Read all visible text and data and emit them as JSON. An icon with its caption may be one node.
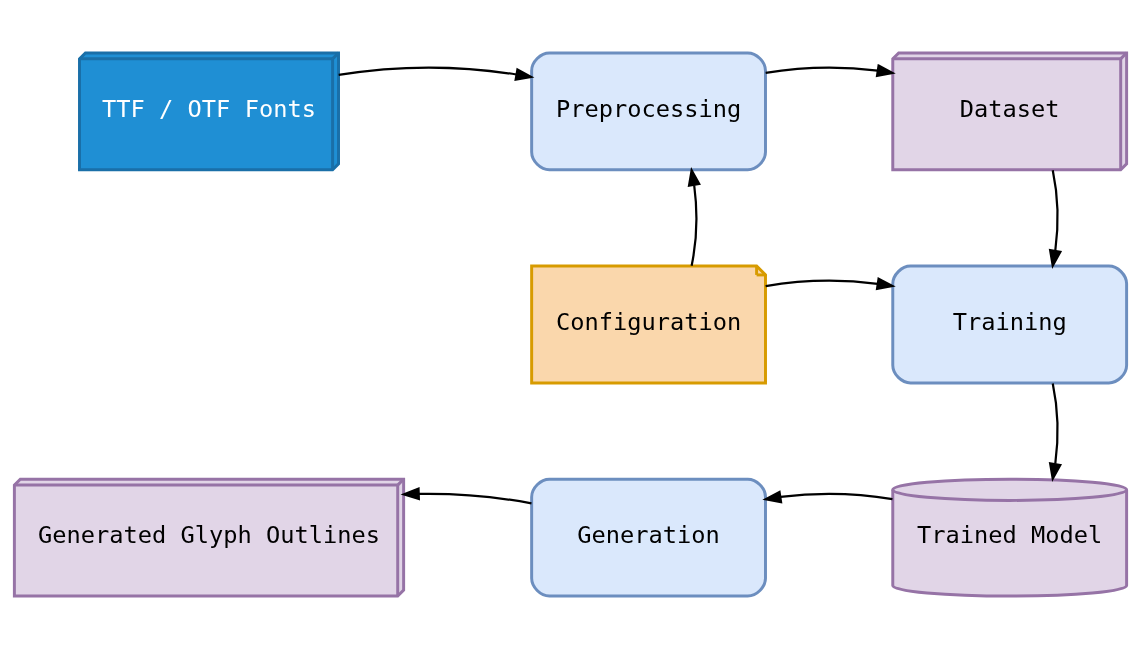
{
  "diagram": {
    "nodes": [
      {
        "text": [
          "TTF / OTF Fonts"
        ]
      },
      {
        "text": [
          "Preprocessing"
        ]
      },
      {
        "text": [
          "Dataset"
        ]
      },
      {
        "text": [
          "Configuration"
        ]
      },
      {
        "text": [
          "Training"
        ]
      },
      {
        "text": [
          "Trained Model"
        ]
      },
      {
        "text": [
          "Generation"
        ]
      },
      {
        "text": [
          "Generated Glyph Outlines"
        ]
      }
    ],
    "edges": [
      {
        "from": 0,
        "to": 1,
        "arrow": "to"
      },
      {
        "from": 1,
        "to": 2,
        "arrow": "to"
      },
      {
        "from": 3,
        "to": 1,
        "arrow": "to"
      },
      {
        "from": 2,
        "to": 4,
        "arrow": "to"
      },
      {
        "from": 3,
        "to": 4,
        "arrow": "to"
      },
      {
        "from": 4,
        "to": 5,
        "arrow": "to"
      },
      {
        "from": 5,
        "to": 6,
        "arrow": "to"
      },
      {
        "from": 6,
        "to": 7,
        "arrow": "to"
      }
    ]
  }
}
